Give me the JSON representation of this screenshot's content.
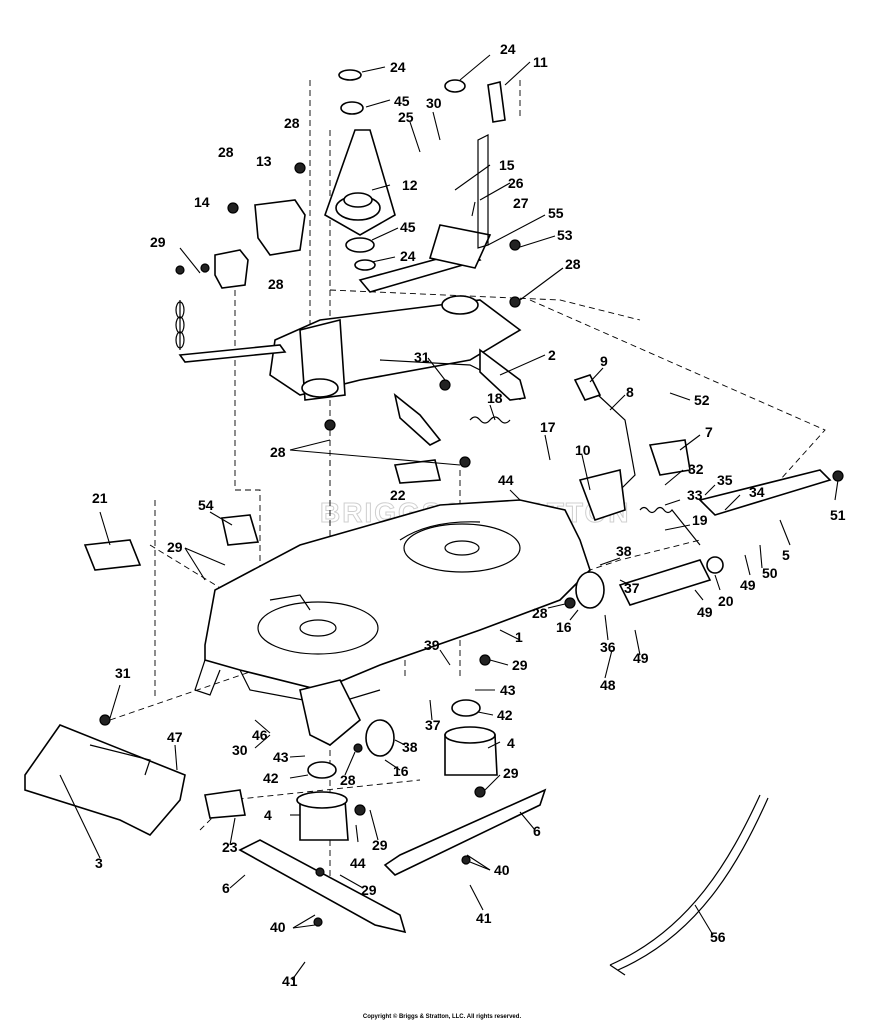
{
  "watermark": "BRIGGS&STRATTON",
  "copyright": "Copyright © Briggs & Stratton, LLC. All rights reserved.",
  "callouts": [
    "24",
    "11",
    "24",
    "45",
    "30",
    "25",
    "28",
    "28",
    "15",
    "12",
    "26",
    "13",
    "27",
    "14",
    "55",
    "45",
    "53",
    "29",
    "28",
    "24",
    "28",
    "2",
    "31",
    "9",
    "8",
    "52",
    "18",
    "17",
    "7",
    "10",
    "28",
    "32",
    "35",
    "44",
    "34",
    "22",
    "33",
    "21",
    "54",
    "51",
    "19",
    "29",
    "38",
    "5",
    "20",
    "49",
    "50",
    "37",
    "28",
    "16",
    "49",
    "36",
    "1",
    "49",
    "48",
    "39",
    "29",
    "31",
    "43",
    "37",
    "42",
    "46",
    "47",
    "30",
    "4",
    "43",
    "38",
    "16",
    "28",
    "42",
    "29",
    "4",
    "6",
    "29",
    "44",
    "3",
    "23",
    "40",
    "6",
    "29",
    "40",
    "41",
    "56",
    "41"
  ]
}
